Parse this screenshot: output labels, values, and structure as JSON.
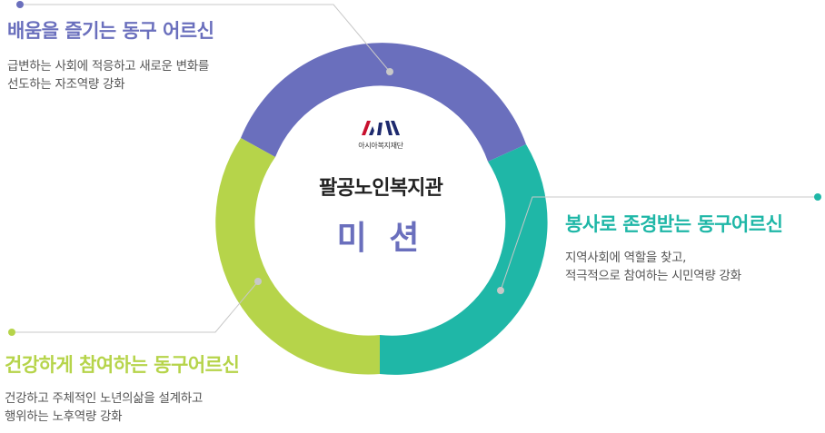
{
  "colors": {
    "purple": "#6a6fbd",
    "teal": "#1fb7a7",
    "lime": "#b6d44a",
    "gray_line": "#c8c8c8",
    "logo_red": "#c8102e",
    "logo_navy": "#1e2a6e"
  },
  "center": {
    "logo_mark": "ASIA",
    "logo_caption": "아시아복지재단",
    "org_name": "팔공노인복지관",
    "mission_label": "미 션"
  },
  "goals": [
    {
      "heading": "배움을 즐기는 동구 어르신",
      "lines": [
        "급변하는 사회에 적응하고 새로운 변화를",
        "선도하는 자조역량 강화"
      ]
    },
    {
      "heading": "봉사로 존경받는 동구어르신",
      "lines": [
        "지역사회에 역할을 찾고,",
        "적극적으로 참여하는 시민역량 강화"
      ]
    },
    {
      "heading": "건강하게 참여하는 동구어르신",
      "lines": [
        "건강하고 주체적인 노년의삶을 설계하고",
        "행위하는 노후역량 강화"
      ]
    }
  ]
}
